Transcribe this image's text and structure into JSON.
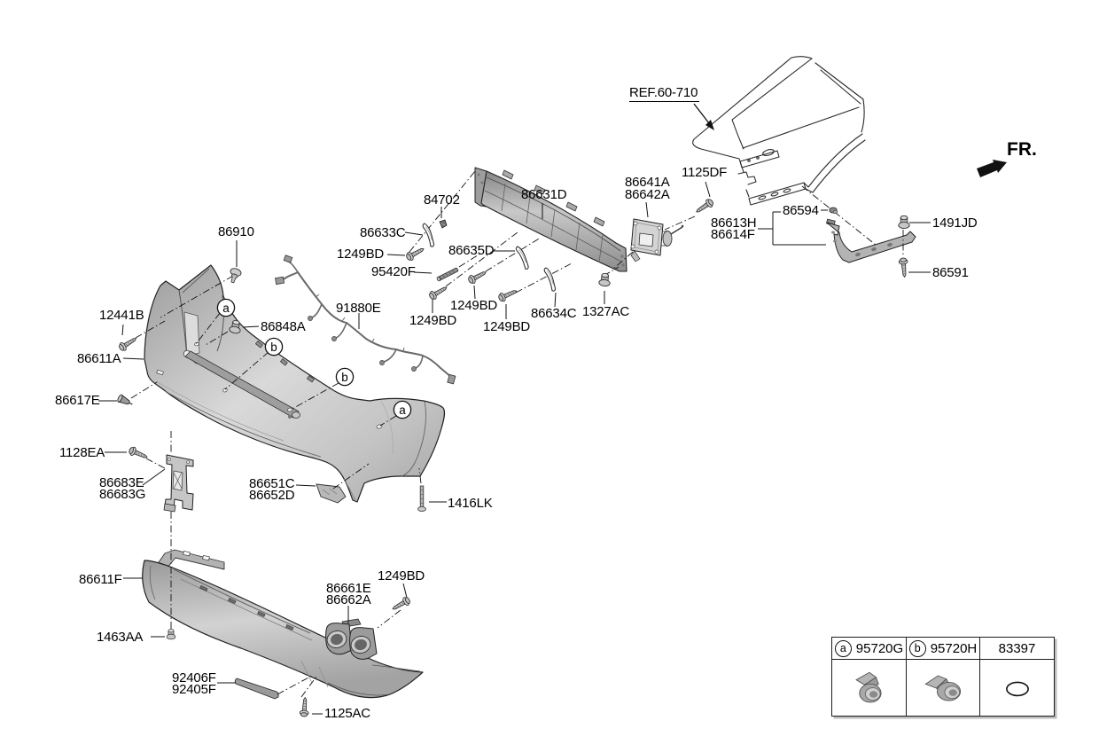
{
  "page": {
    "ref_label": "REF.60-710",
    "direction_label": "FR."
  },
  "colors": {
    "line": "#1a1a1a",
    "part_fill_light": "#d6d6d6",
    "part_fill_mid": "#b3b3b3",
    "part_fill_dark": "#8f8f8f"
  },
  "callouts": {
    "a": "a",
    "b": "b"
  },
  "labels": {
    "p86910": "86910",
    "p84702": "84702",
    "p86633C": "86633C",
    "p1249BD": "1249BD",
    "p95420F": "95420F",
    "p86635D": "86635D",
    "p86631D": "86631D",
    "p86641A": "86641A",
    "p86642A": "86642A",
    "p1125DF": "1125DF",
    "p86613H": "86613H",
    "p86614F": "86614F",
    "p86594": "86594",
    "p1491JD": "1491JD",
    "p86591": "86591",
    "p12441B": "12441B",
    "p86848A": "86848A",
    "p86611A": "86611A",
    "p86617E": "86617E",
    "p91880E": "91880E",
    "p86634C": "86634C",
    "p1327AC": "1327AC",
    "p1128EA": "1128EA",
    "p86683E": "86683E",
    "p86683G": "86683G",
    "p86651C": "86651C",
    "p86652D": "86652D",
    "p1416LK": "1416LK",
    "p86611F": "86611F",
    "p1463AA": "1463AA",
    "p86661E": "86661E",
    "p86662A": "86662A",
    "p92406F": "92406F",
    "p92405F": "92405F",
    "p1125AC": "1125AC"
  },
  "legend": {
    "items": [
      {
        "marker": "a",
        "code": "95720G",
        "icon": "parking-sensor-a"
      },
      {
        "marker": "b",
        "code": "95720H",
        "icon": "parking-sensor-b"
      },
      {
        "marker": "",
        "code": "83397",
        "icon": "oval-seal"
      }
    ]
  }
}
